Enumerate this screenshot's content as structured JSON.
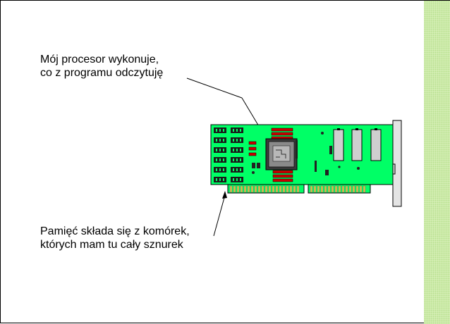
{
  "captions": {
    "top": {
      "line1": "Mój procesor wykonuje,",
      "line2": "co z  programu odczytuję"
    },
    "bottom": {
      "line1": "Pamięć składa się z komórek,",
      "line2": "których mam tu cały sznurek"
    }
  },
  "colors": {
    "board": "#00ff66",
    "chip": "#3a3a3a",
    "ram_slot": "#cc0000",
    "contacts": "#d6c24a",
    "sidebar": "#d8f0b8"
  }
}
